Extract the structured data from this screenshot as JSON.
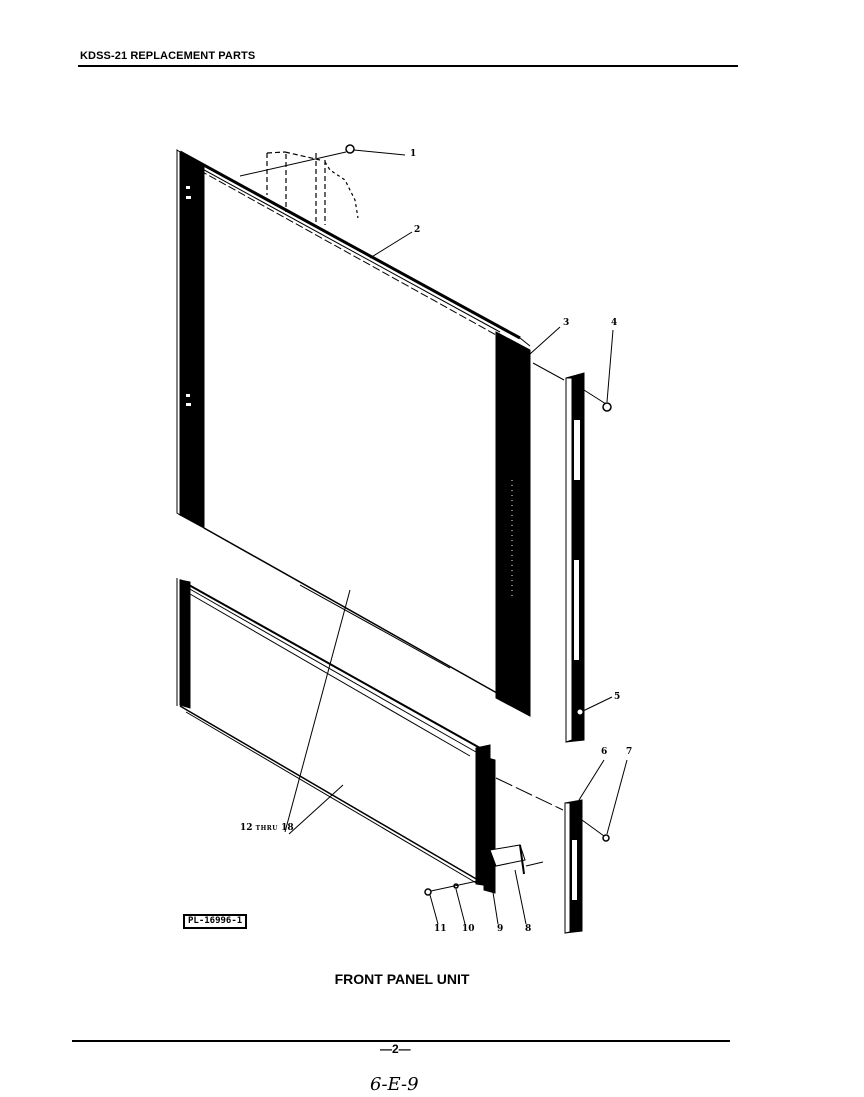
{
  "header": {
    "title": "KDSS-21 REPLACEMENT PARTS"
  },
  "diagram": {
    "callouts": [
      {
        "id": "1",
        "label": "1"
      },
      {
        "id": "2",
        "label": "2"
      },
      {
        "id": "3",
        "label": "3"
      },
      {
        "id": "4",
        "label": "4"
      },
      {
        "id": "5",
        "label": "5"
      },
      {
        "id": "6",
        "label": "6"
      },
      {
        "id": "7",
        "label": "7"
      },
      {
        "id": "8",
        "label": "8"
      },
      {
        "id": "9",
        "label": "9"
      },
      {
        "id": "10",
        "label": "10"
      },
      {
        "id": "11",
        "label": "11"
      },
      {
        "id": "12-18",
        "label_start": "12",
        "label_thru": "THRU",
        "label_end": "18"
      }
    ],
    "plate_id": "PL-16996-1"
  },
  "caption": "FRONT PANEL UNIT",
  "footer": {
    "page_number": "—2—",
    "handwritten_note": "6-E-9"
  }
}
